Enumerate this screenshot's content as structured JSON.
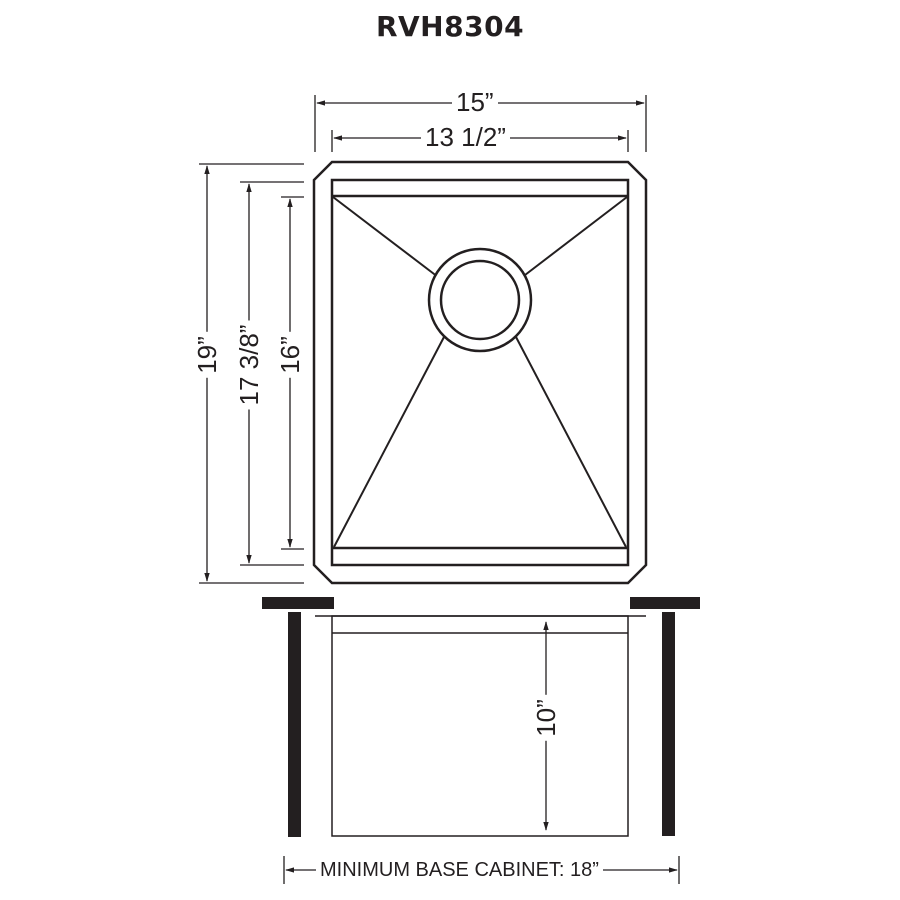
{
  "title": "RVH8304",
  "top_view": {
    "outer_width": "15”",
    "inner_width": "13 1/2”",
    "outer_length": "19”",
    "inner_length": "17 3/8”",
    "bowl_length": "16”",
    "drain": "drain-icon"
  },
  "side_view": {
    "depth": "10”",
    "cabinet_label": "MINIMUM BASE CABINET: 18”"
  },
  "colors": {
    "line": "#231f20",
    "fill_dark": "#231f20",
    "background": "#ffffff"
  }
}
